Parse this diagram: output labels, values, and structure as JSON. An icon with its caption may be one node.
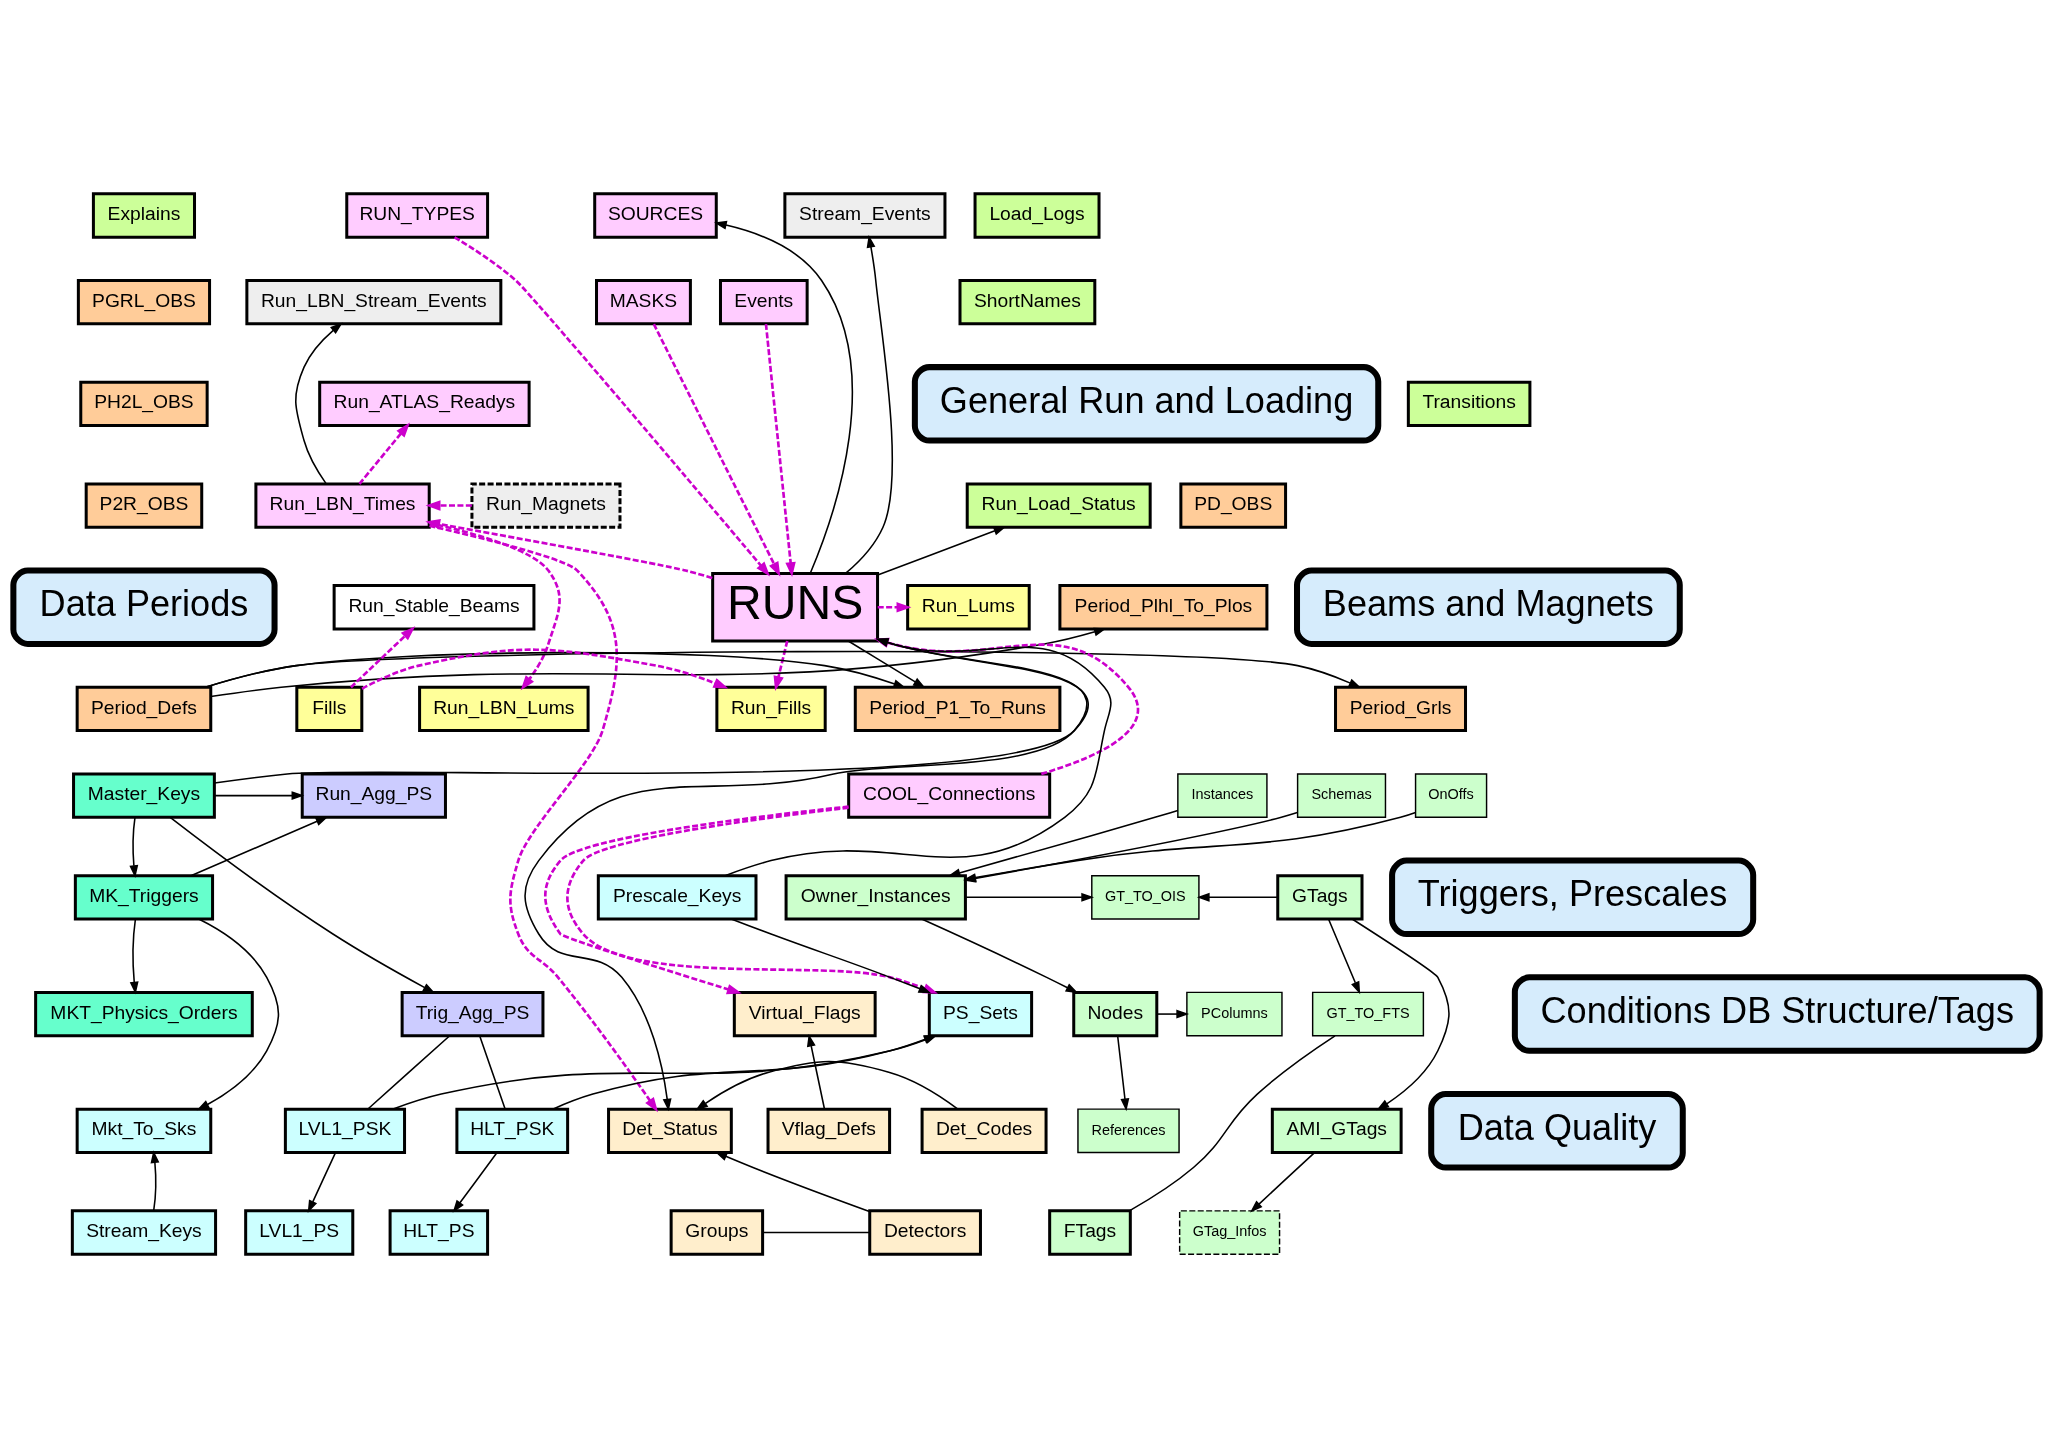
{
  "diagram": {
    "nodes": [
      {
        "text": [
          "Explains"
        ]
      },
      {
        "text": [
          "Load_Logs"
        ]
      },
      {
        "text": [
          "SOURCES"
        ]
      },
      {
        "text": [
          "RUN_TYPES"
        ]
      },
      {
        "text": [
          "Stream_Events"
        ]
      },
      {
        "text": [
          "ShortNames"
        ]
      },
      {
        "text": [
          "MASKS"
        ]
      },
      {
        "text": [
          "Events"
        ]
      },
      {
        "text": [
          "Run_LBN_Stream_Events"
        ]
      },
      {
        "text": [
          "General Run and Loading"
        ]
      },
      {
        "text": [
          "PGRL_OBS"
        ]
      },
      {
        "text": [
          "PH2L_OBS"
        ]
      },
      {
        "text": [
          "Transitions"
        ]
      },
      {
        "text": [
          "Run_ATLAS_Readys"
        ]
      },
      {
        "text": [
          "P2R_OBS"
        ]
      },
      {
        "text": [
          "Run_Magnets"
        ]
      },
      {
        "text": [
          "PD_OBS"
        ]
      },
      {
        "text": [
          "Run_Load_Status"
        ]
      },
      {
        "text": [
          "Run_LBN_Times"
        ]
      },
      {
        "text": [
          "Data Periods"
        ]
      },
      {
        "text": [
          "Beams and Magnets"
        ]
      },
      {
        "text": [
          "Run_Stable_Beams"
        ]
      },
      {
        "text": [
          "Period_Plhl_To_Plos"
        ]
      },
      {
        "text": [
          "RUNS"
        ]
      },
      {
        "text": [
          "Run_Lums"
        ]
      },
      {
        "text": [
          "Run_LBN_Lums"
        ]
      },
      {
        "text": [
          "Period_Defs"
        ]
      },
      {
        "text": [
          "Period_Grls"
        ]
      },
      {
        "text": [
          "Run_Fills"
        ]
      },
      {
        "text": [
          "Fills"
        ]
      },
      {
        "text": [
          "Period_P1_To_Runs"
        ]
      },
      {
        "text": [
          "Instances"
        ]
      },
      {
        "text": [
          "Schemas"
        ]
      },
      {
        "text": [
          "OnOffs"
        ]
      },
      {
        "text": [
          "COOL_Connections"
        ]
      },
      {
        "text": [
          "Run_Agg_PS"
        ]
      },
      {
        "text": [
          "Owner_Instances"
        ]
      },
      {
        "text": [
          "GT_TO_OIS"
        ]
      },
      {
        "text": [
          "Master_Keys"
        ]
      },
      {
        "text": [
          "Prescale_Keys"
        ]
      },
      {
        "text": [
          "GTags"
        ]
      },
      {
        "text": [
          "MK_Triggers"
        ]
      },
      {
        "text": [
          "Triggers, Prescales"
        ]
      },
      {
        "text": [
          "Trig_Agg_PS"
        ]
      },
      {
        "text": [
          "Virtual_Flags"
        ]
      },
      {
        "text": [
          "Nodes"
        ]
      },
      {
        "text": [
          "Conditions DB Structure/Tags"
        ]
      },
      {
        "text": [
          "PColumns"
        ]
      },
      {
        "text": [
          "GT_TO_FTS"
        ]
      },
      {
        "text": [
          "MKT_Physics_Orders"
        ]
      },
      {
        "text": [
          "PS_Sets"
        ]
      },
      {
        "text": [
          "Vflag_Defs"
        ]
      },
      {
        "text": [
          "Data Quality"
        ]
      },
      {
        "text": [
          "Det_Status"
        ]
      },
      {
        "text": [
          "References"
        ]
      },
      {
        "text": [
          "AMI_GTags"
        ]
      },
      {
        "text": [
          "Mkt_To_Sks"
        ]
      },
      {
        "text": [
          "LVL1_PSK"
        ]
      },
      {
        "text": [
          "HLT_PSK"
        ]
      },
      {
        "text": [
          "Det_Codes"
        ]
      },
      {
        "text": [
          "FTags"
        ]
      },
      {
        "text": [
          "GTag_Infos"
        ]
      },
      {
        "text": [
          "Stream_Keys"
        ]
      },
      {
        "text": [
          "LVL1_PS"
        ]
      },
      {
        "text": [
          "Detectors"
        ]
      },
      {
        "text": [
          "HLT_PS"
        ]
      },
      {
        "text": [
          "Groups"
        ]
      }
    ],
    "edges": [
      {
        "from": 23,
        "to": 2,
        "arrow": "to"
      },
      {
        "from": 23,
        "to": 4,
        "arrow": "to"
      },
      {
        "from": 3,
        "to": 23,
        "arrow": "to",
        "style": "dashed",
        "color": "#cc00cc"
      },
      {
        "from": 6,
        "to": 23,
        "arrow": "to",
        "style": "dashed",
        "color": "#cc00cc"
      },
      {
        "from": 7,
        "to": 23,
        "arrow": "to",
        "style": "dashed",
        "color": "#cc00cc"
      },
      {
        "from": 23,
        "to": 17,
        "arrow": "to"
      },
      {
        "from": 23,
        "to": 30,
        "arrow": "to"
      },
      {
        "from": 26,
        "to": 22,
        "arrow": "to"
      },
      {
        "from": 26,
        "to": 27,
        "arrow": "to"
      },
      {
        "from": 26,
        "to": 30,
        "arrow": "to"
      },
      {
        "from": 23,
        "to": 18,
        "arrow": "to",
        "style": "dashed",
        "color": "#cc00cc"
      },
      {
        "from": 23,
        "to": 24,
        "arrow": "to",
        "style": "dashed",
        "color": "#cc00cc"
      },
      {
        "from": 23,
        "to": 28,
        "arrow": "to",
        "style": "dashed",
        "color": "#cc00cc"
      },
      {
        "from": 18,
        "to": 8,
        "arrow": "to"
      },
      {
        "from": 18,
        "to": 13,
        "arrow": "to",
        "style": "dashed",
        "color": "#cc00cc"
      },
      {
        "from": 15,
        "to": 18,
        "arrow": "to",
        "style": "dashed",
        "color": "#cc00cc"
      },
      {
        "from": 18,
        "to": 25,
        "arrow": "to",
        "style": "dashed",
        "color": "#cc00cc"
      },
      {
        "from": 18,
        "to": 53,
        "arrow": "to",
        "style": "dashed",
        "color": "#cc00cc"
      },
      {
        "from": 29,
        "to": 28,
        "arrow": "to",
        "style": "dashed",
        "color": "#cc00cc"
      },
      {
        "from": 29,
        "to": 21,
        "arrow": "to",
        "style": "dashed",
        "color": "#cc00cc"
      },
      {
        "from": 34,
        "to": 23,
        "arrow": "to",
        "style": "dashed",
        "color": "#cc00cc"
      },
      {
        "from": 34,
        "to": 50,
        "arrow": "to",
        "style": "dashed",
        "color": "#cc00cc"
      },
      {
        "from": 34,
        "to": 44,
        "arrow": "to",
        "style": "dashed",
        "color": "#cc00cc"
      },
      {
        "from": 23,
        "to": 53,
        "arrow": "to"
      },
      {
        "from": 38,
        "to": 23,
        "arrow": "to"
      },
      {
        "from": 39,
        "to": 23,
        "arrow": "to"
      },
      {
        "from": 38,
        "to": 35,
        "arrow": "to"
      },
      {
        "from": 38,
        "to": 41,
        "arrow": "to"
      },
      {
        "from": 38,
        "to": 43,
        "arrow": "to"
      },
      {
        "from": 41,
        "to": 35,
        "arrow": "to"
      },
      {
        "from": 41,
        "to": 49,
        "arrow": "to"
      },
      {
        "from": 41,
        "to": 56,
        "arrow": "to"
      },
      {
        "from": 62,
        "to": 56,
        "arrow": "to"
      },
      {
        "from": 39,
        "to": 50,
        "arrow": "to"
      },
      {
        "from": 57,
        "to": 50,
        "arrow": "to"
      },
      {
        "from": 57,
        "to": 63,
        "arrow": "to"
      },
      {
        "from": 58,
        "to": 50,
        "arrow": "to"
      },
      {
        "from": 58,
        "to": 65,
        "arrow": "to"
      },
      {
        "from": 57,
        "to": 43,
        "arrow": "none"
      },
      {
        "from": 58,
        "to": 43,
        "arrow": "none"
      },
      {
        "from": 51,
        "to": 44,
        "arrow": "to"
      },
      {
        "from": 59,
        "to": 53,
        "arrow": "to"
      },
      {
        "from": 64,
        "to": 53,
        "arrow": "to"
      },
      {
        "from": 64,
        "to": 66,
        "arrow": "none"
      },
      {
        "from": 31,
        "to": 36,
        "arrow": "to"
      },
      {
        "from": 32,
        "to": 36,
        "arrow": "to"
      },
      {
        "from": 33,
        "to": 36,
        "arrow": "to"
      },
      {
        "from": 36,
        "to": 37,
        "arrow": "to"
      },
      {
        "from": 40,
        "to": 37,
        "arrow": "to"
      },
      {
        "from": 36,
        "to": 45,
        "arrow": "to"
      },
      {
        "from": 45,
        "to": 47,
        "arrow": "to"
      },
      {
        "from": 45,
        "to": 54,
        "arrow": "to"
      },
      {
        "from": 40,
        "to": 48,
        "arrow": "to"
      },
      {
        "from": 40,
        "to": 55,
        "arrow": "to"
      },
      {
        "from": 60,
        "to": 48,
        "arrow": "none"
      },
      {
        "from": 55,
        "to": 61,
        "arrow": "to"
      }
    ]
  }
}
